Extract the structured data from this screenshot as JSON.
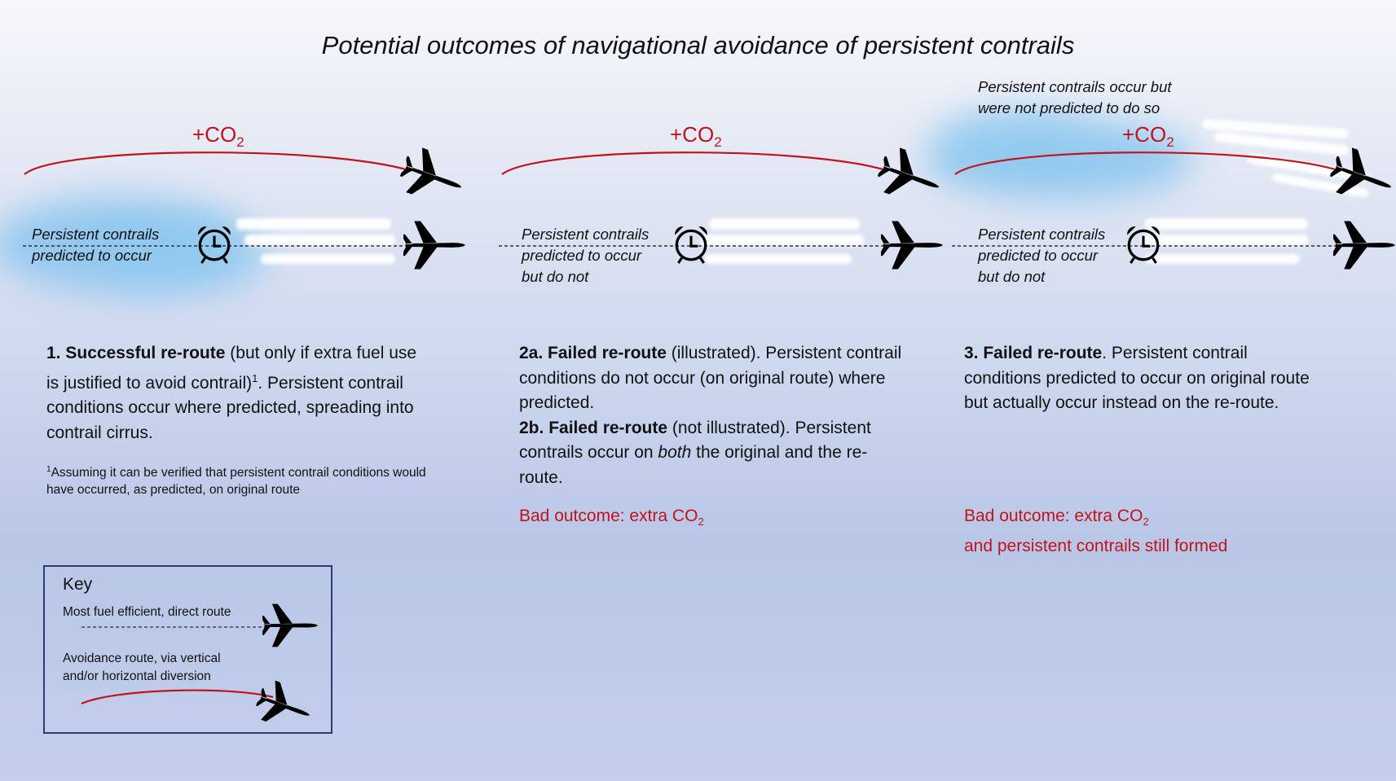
{
  "title": "Potential outcomes of navigational avoidance of persistent contrails",
  "co2_label": {
    "main": "+CO",
    "sub": "2"
  },
  "panels": [
    {
      "route_label": [
        "Persistent contrails",
        "predicted to occur"
      ],
      "desc": {
        "num": "1.",
        "bold": "Successful re-route",
        "p1": " (but only if extra fuel use is justified to avoid contrail)",
        "sup": "1",
        "p2": ". Persistent contrail conditions occur where predicted, spreading into contrail cirrus."
      },
      "footnote": {
        "sup": "1",
        "text": "Assuming it can be verified that persistent contrail conditions would have occurred, as predicted, on original route"
      }
    },
    {
      "route_label": [
        "Persistent contrails",
        "predicted to occur",
        "but do not"
      ],
      "desc": {
        "a_num": "2a.",
        "a_bold": "Failed re-route",
        "a_text": " (illustrated). Persistent contrail conditions do not occur (on original route) where predicted.",
        "b_num": "2b.",
        "b_bold": "Failed re-route",
        "b_text1": " (not illustrated). Persistent contrails occur on ",
        "b_em": "both",
        "b_text2": " the original and the re-route."
      },
      "bad": {
        "line1": "Bad outcome: extra CO",
        "sub": "2"
      }
    },
    {
      "top_label": [
        "Persistent contrails occur but",
        "were not predicted to do so"
      ],
      "route_label": [
        "Persistent contrails",
        "predicted to occur",
        "but do not"
      ],
      "desc": {
        "num": "3.",
        "bold": "Failed re-route",
        "text": ". Persistent contrail conditions predicted to occur on original route but actually occur instead on the re-route."
      },
      "bad": {
        "line1": "Bad outcome: extra CO",
        "sub": "2",
        "line2": "and persistent contrails still formed"
      }
    }
  ],
  "key": {
    "title": "Key",
    "direct": "Most fuel efficient, direct route",
    "avoid": [
      "Avoidance route, via vertical",
      "and/or horizontal diversion"
    ]
  },
  "colors": {
    "avoidance_route": "#c0131c",
    "bad_outcome": "#c0131c",
    "key_border": "#2d3a74",
    "cloud": "#7cc0ee"
  },
  "icons": [
    "airplane-icon",
    "alarm-clock-icon"
  ]
}
